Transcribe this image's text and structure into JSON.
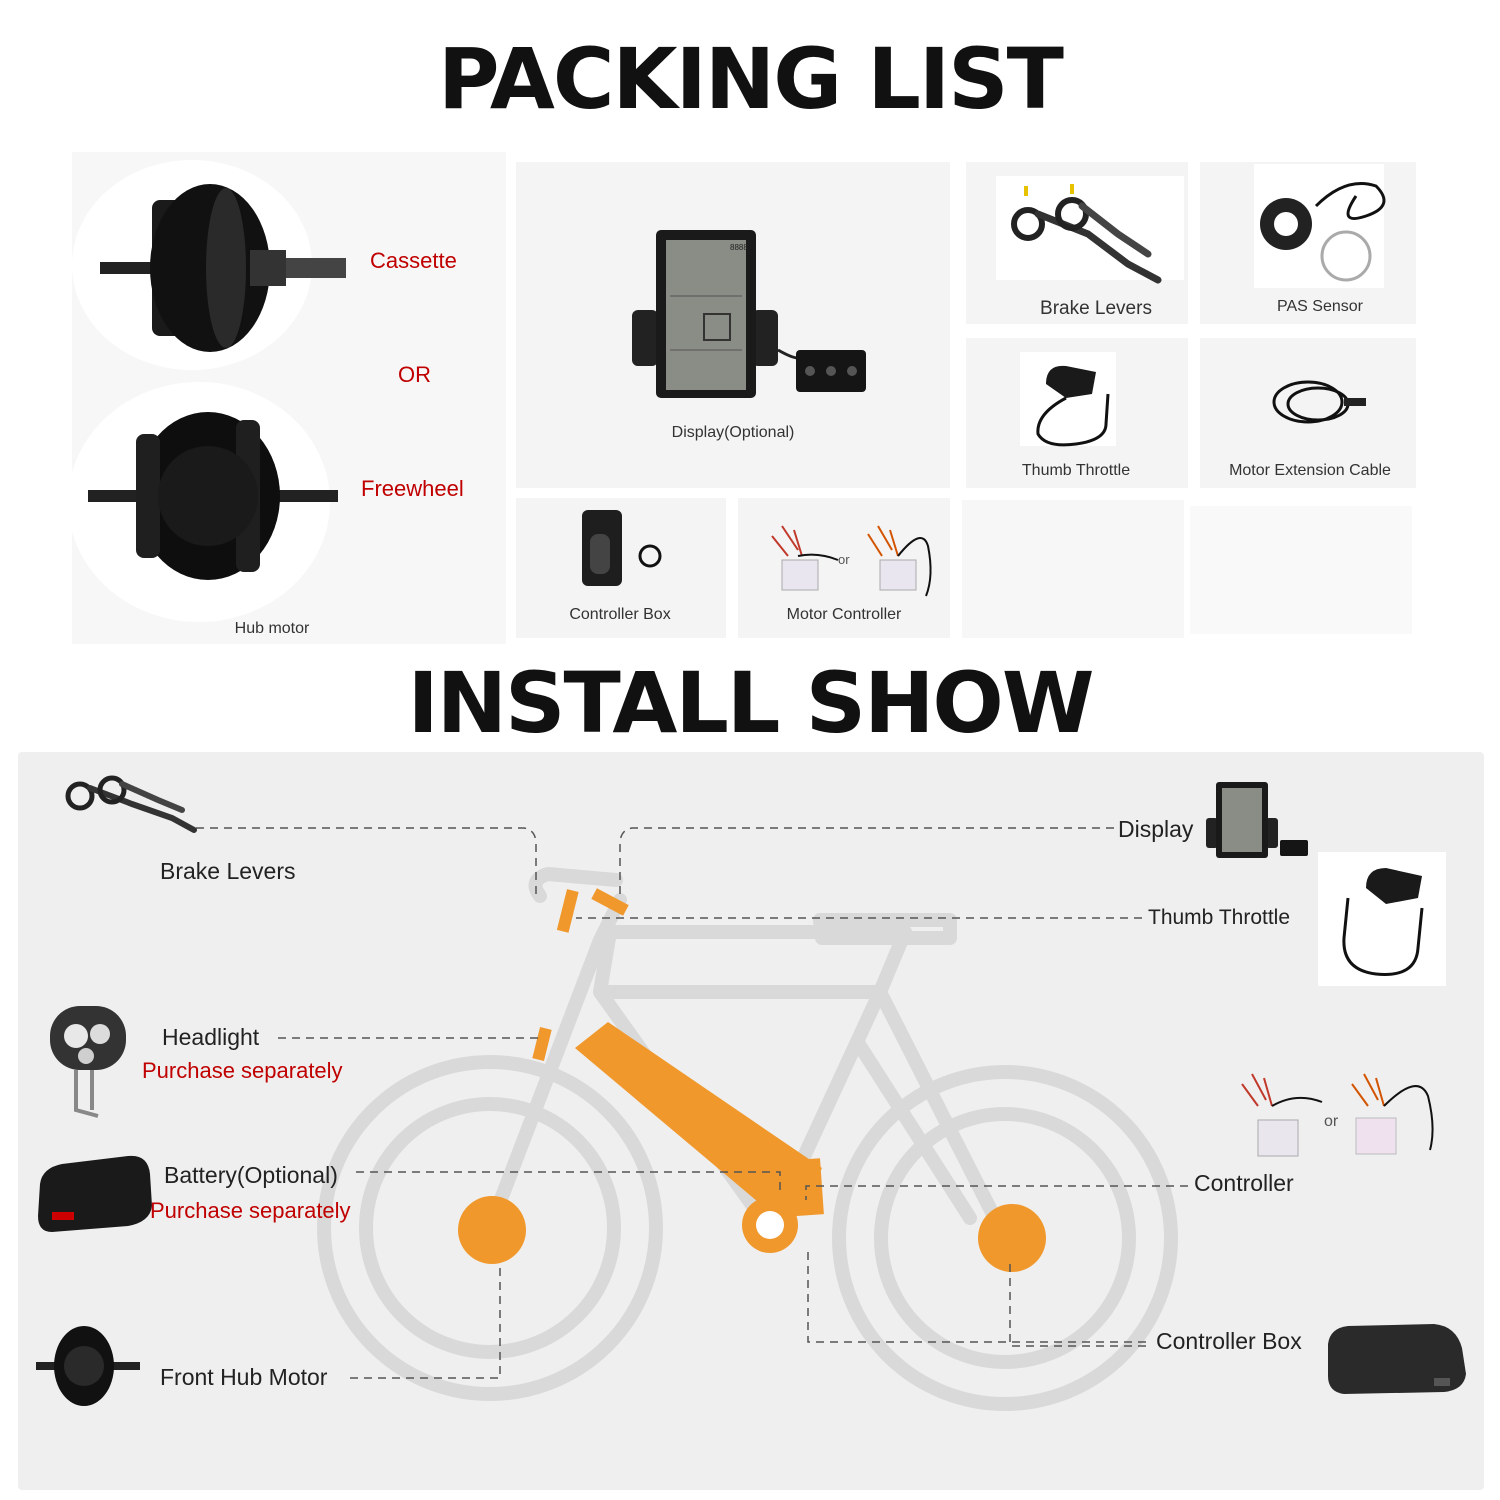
{
  "packing": {
    "title": "PACKING LIST",
    "hub": {
      "cassette": "Cassette",
      "or": "OR",
      "freewheel": "Freewheel",
      "caption": "Hub motor"
    },
    "display_caption": "Display(Optional)",
    "brake_caption": "Brake Levers",
    "pas_caption": "PAS Sensor",
    "throttle_caption": "Thumb Throttle",
    "cable_caption": "Motor Extension Cable",
    "controller_box_caption": "Controller Box",
    "controller_caption": "Motor Controller",
    "controller_or": "or",
    "display_screen_text": "8888"
  },
  "install": {
    "title": "INSTALL SHOW",
    "brake": "Brake Levers",
    "display": "Display",
    "throttle": "Thumb Throttle",
    "headlight": "Headlight",
    "headlight_note": "Purchase separately",
    "battery": "Battery(Optional)",
    "battery_note": "Purchase separately",
    "controller": "Controller",
    "controller_or": "or",
    "controller_box": "Controller Box",
    "front_hub": "Front Hub Motor"
  },
  "colors": {
    "accent": "#f0982c",
    "frame": "#d6d6d6",
    "note": "#c00000",
    "panel": "#efefef"
  }
}
